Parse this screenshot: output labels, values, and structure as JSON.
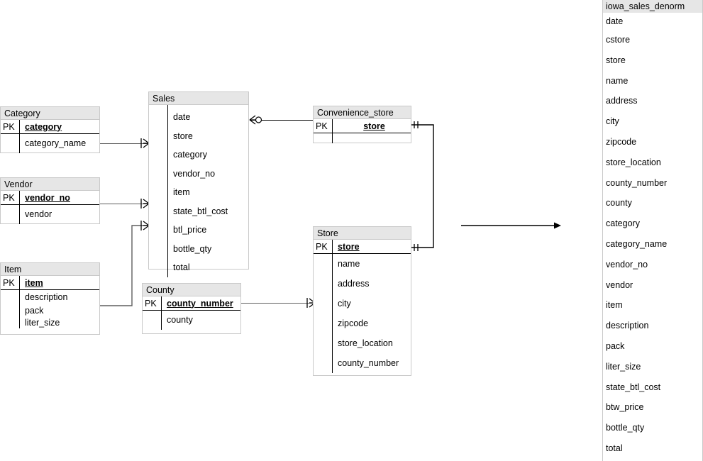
{
  "diagram": {
    "type": "entity-relationship-diagram",
    "entities": [
      {
        "name": "Category",
        "pk_label": "PK",
        "pk_field": "category",
        "fields": [
          "category_name"
        ]
      },
      {
        "name": "Vendor",
        "pk_label": "PK",
        "pk_field": "vendor_no",
        "fields": [
          "vendor"
        ]
      },
      {
        "name": "Item",
        "pk_label": "PK",
        "pk_field": "item",
        "fields": [
          "description",
          "pack",
          "liter_size"
        ]
      },
      {
        "name": "Sales",
        "pk_label": "",
        "pk_field": "",
        "fields": [
          "date",
          "store",
          "category",
          "vendor_no",
          "item",
          "state_btl_cost",
          "btl_price",
          "bottle_qty",
          "total"
        ]
      },
      {
        "name": "County",
        "pk_label": "PK",
        "pk_field": "county_number",
        "fields": [
          "county"
        ]
      },
      {
        "name": "Convenience_store",
        "pk_label": "PK",
        "pk_field": "store",
        "fields": []
      },
      {
        "name": "Store",
        "pk_label": "PK",
        "pk_field": "store",
        "fields": [
          "name",
          "address",
          "city",
          "zipcode",
          "store_location",
          "county_number"
        ]
      }
    ]
  },
  "denorm_panel": {
    "title": "iowa_sales_denorm",
    "columns": [
      "date",
      "cstore",
      "store",
      "name",
      "address",
      "city",
      "zipcode",
      "store_location",
      "county_number",
      "county",
      "category",
      "category_name",
      "vendor_no",
      "vendor",
      "item",
      "description",
      "pack",
      "liter_size",
      "state_btl_cost",
      "btw_price",
      "bottle_qty",
      "total"
    ]
  },
  "colors": {
    "header_fill": "#e6e6e6",
    "border": "#c9c9c9",
    "connector": "#5f5f5f",
    "text": "#000000"
  }
}
